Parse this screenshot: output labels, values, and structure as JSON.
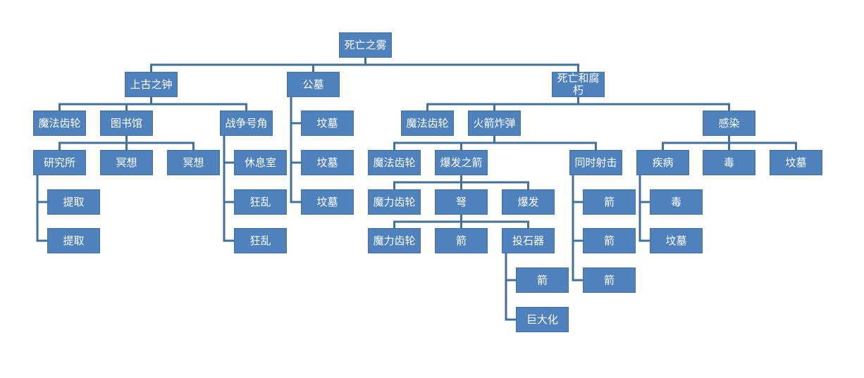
{
  "diagram": {
    "colors": {
      "node_fill": "#4f81bd",
      "node_border": "#41719c",
      "connector": "#41719c",
      "text": "#ffffff"
    },
    "nodes": [
      {
        "id": "root",
        "label": "死亡之雾"
      },
      {
        "id": "n1",
        "label": "上古之钟"
      },
      {
        "id": "n1a",
        "label": "魔法齿轮"
      },
      {
        "id": "n1b",
        "label": "图书馆"
      },
      {
        "id": "n1b1",
        "label": "研究所"
      },
      {
        "id": "n1b1a",
        "label": "提取"
      },
      {
        "id": "n1b1b",
        "label": "提取"
      },
      {
        "id": "n1b2",
        "label": "冥想"
      },
      {
        "id": "n1b3",
        "label": "冥想"
      },
      {
        "id": "n1c",
        "label": "战争号角"
      },
      {
        "id": "n1c1",
        "label": "休息室"
      },
      {
        "id": "n1c2",
        "label": "狂乱"
      },
      {
        "id": "n1c3",
        "label": "狂乱"
      },
      {
        "id": "n2",
        "label": "公墓"
      },
      {
        "id": "n2a",
        "label": "坟墓"
      },
      {
        "id": "n2b",
        "label": "坟墓"
      },
      {
        "id": "n2c",
        "label": "坟墓"
      },
      {
        "id": "n3",
        "label": "死亡和腐朽"
      },
      {
        "id": "n3a",
        "label": "魔法齿轮"
      },
      {
        "id": "n3b",
        "label": "火箭炸弹"
      },
      {
        "id": "n3b1",
        "label": "魔法齿轮"
      },
      {
        "id": "n3b2",
        "label": "爆发之箭"
      },
      {
        "id": "n3b2a",
        "label": "魔力齿轮"
      },
      {
        "id": "n3b2b",
        "label": "弩"
      },
      {
        "id": "n3b2b1",
        "label": "魔力齿轮"
      },
      {
        "id": "n3b2b2",
        "label": "箭"
      },
      {
        "id": "n3b2b3",
        "label": "投石器"
      },
      {
        "id": "n3b2b3a",
        "label": "箭"
      },
      {
        "id": "n3b2b3b",
        "label": "巨大化"
      },
      {
        "id": "n3b2c",
        "label": "爆发"
      },
      {
        "id": "n3b3",
        "label": "同时射击"
      },
      {
        "id": "n3b3a",
        "label": "箭"
      },
      {
        "id": "n3b3b",
        "label": "箭"
      },
      {
        "id": "n3b3c",
        "label": "箭"
      },
      {
        "id": "n3c",
        "label": "感染"
      },
      {
        "id": "n3c1",
        "label": "疾病"
      },
      {
        "id": "n3c1a",
        "label": "毒"
      },
      {
        "id": "n3c1b",
        "label": "坟墓"
      },
      {
        "id": "n3c2",
        "label": "毒"
      },
      {
        "id": "n3c3",
        "label": "坟墓"
      }
    ]
  }
}
